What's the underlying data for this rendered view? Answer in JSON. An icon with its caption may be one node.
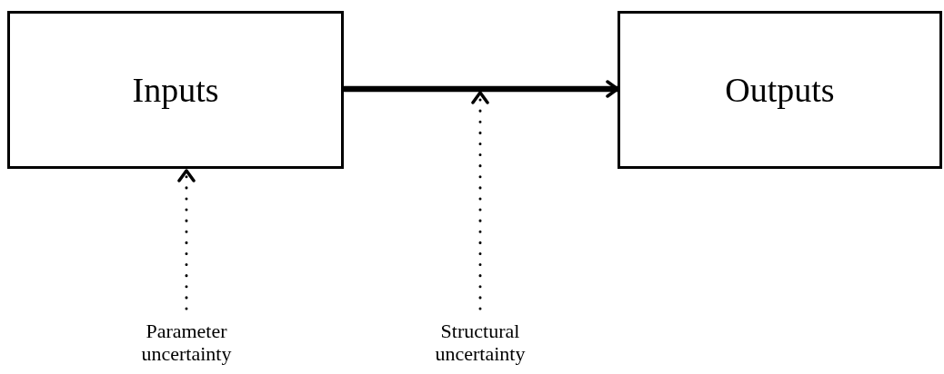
{
  "diagram": {
    "nodes": [
      {
        "text": [
          "Inputs"
        ]
      },
      {
        "text": [
          "Outputs"
        ]
      },
      {
        "text": [
          "Parameter uncertainty"
        ]
      },
      {
        "text": [
          "Structural uncertainty"
        ]
      }
    ],
    "edges": [
      {
        "from": 0,
        "to": 1,
        "arrow": "to",
        "style": "thick"
      },
      {
        "from": 2,
        "to": 0,
        "arrow": "to",
        "style": "dashed"
      },
      {
        "from": 3,
        "to": null,
        "arrow": "to",
        "style": "dashed"
      }
    ]
  }
}
